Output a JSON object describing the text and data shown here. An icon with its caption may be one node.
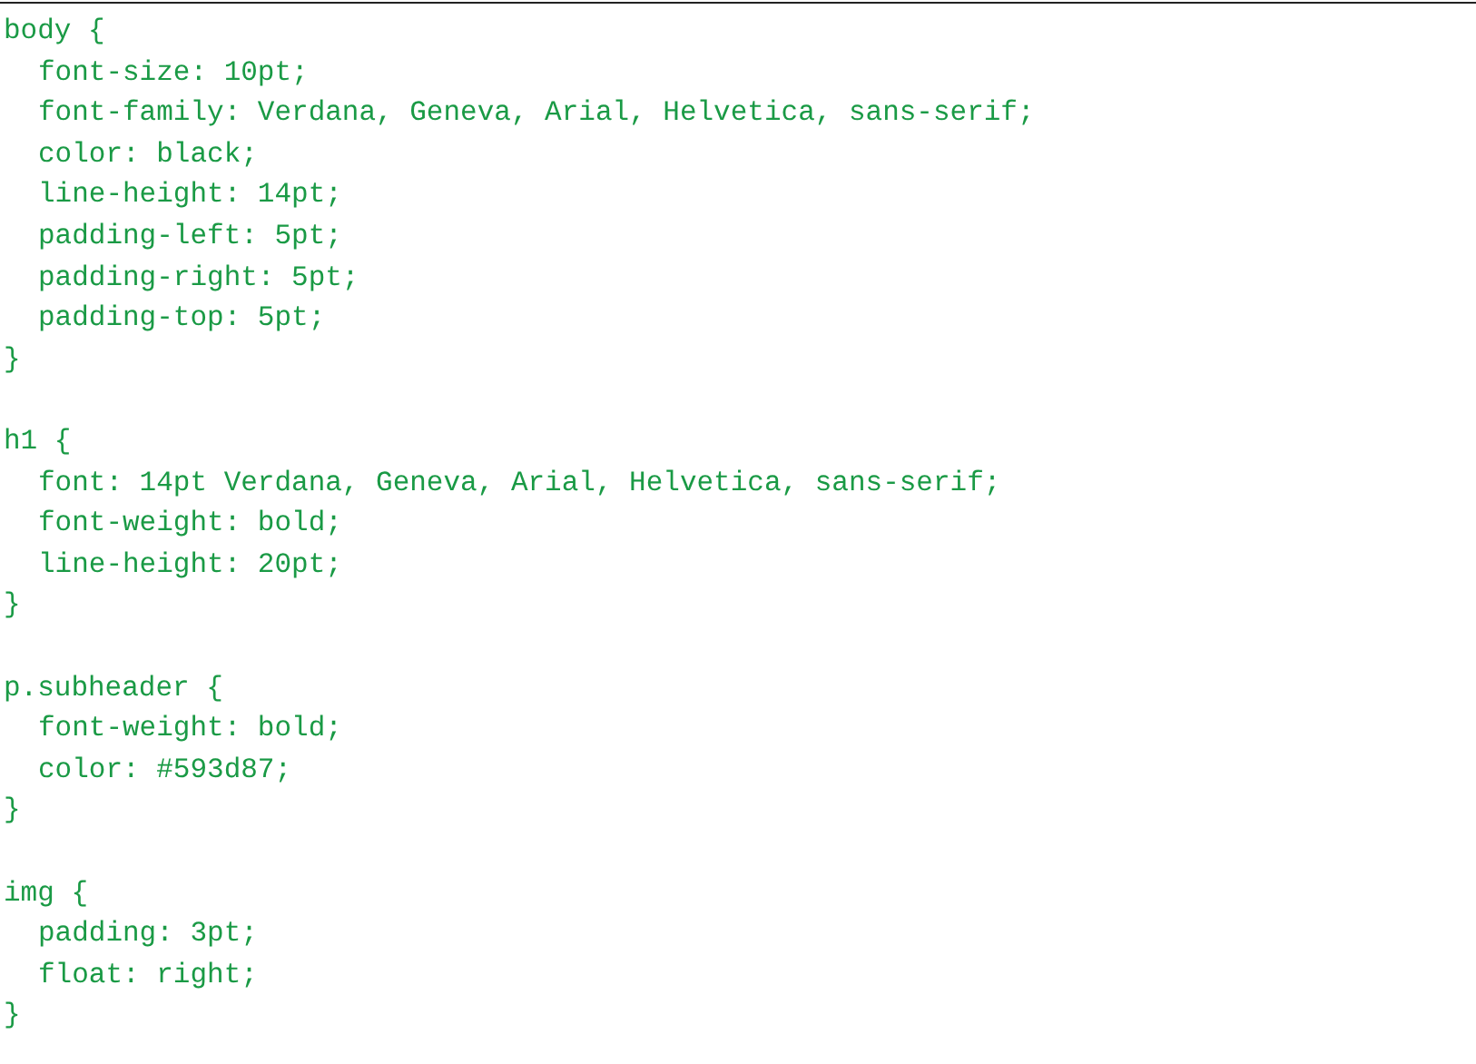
{
  "diagram": {
    "labels": [
      "body {",
      "font-size: 10pt;",
      "font-family: Verdana, Geneva, Arial, Helvetica, sans-serif;",
      "color: black;",
      "line-height: 14pt;",
      "padding-left: 5pt;",
      "padding-right: 5pt;",
      "padding-top: 5pt;",
      "}",
      "h1 {",
      "font: 14pt Verdana, Geneva, Arial, Helvetica, sans-serif;",
      "font-weight: bold;",
      "line-height: 20pt;",
      "}",
      "p.subheader {",
      "font-weight: bold;",
      "color: #593d87;",
      "}",
      "img {",
      "padding: 3pt;",
      "float: right;",
      "}"
    ]
  }
}
